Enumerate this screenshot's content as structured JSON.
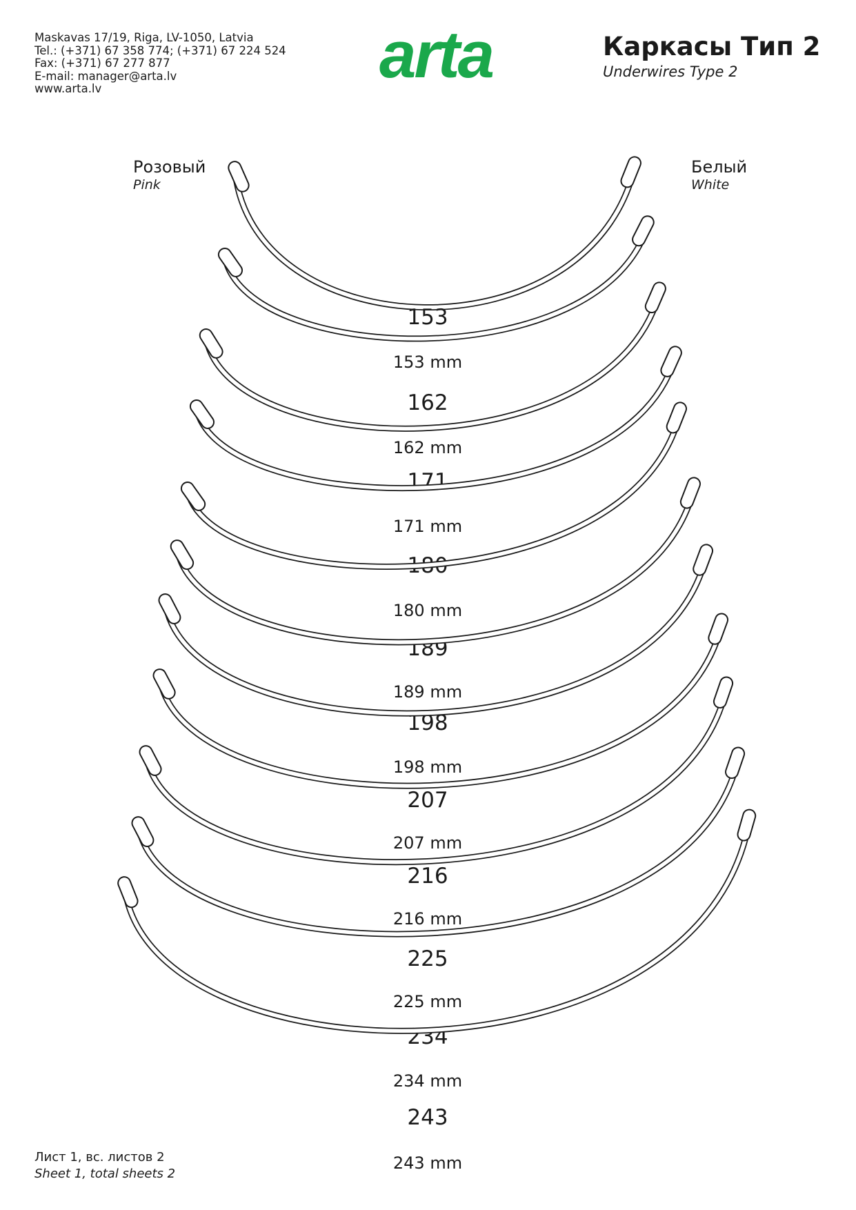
{
  "contact": {
    "address": "Maskavas 17/19, Riga, LV-1050, Latvia",
    "tel": "Tel.: (+371) 67 358 774; (+371) 67 224 524",
    "fax": "Fax: (+371) 67 277 877",
    "email": "E-mail: manager@arta.lv",
    "web": "www.arta.lv"
  },
  "logo": {
    "text": "arta",
    "color": "#1aa84b"
  },
  "header": {
    "title": "Каркасы Тип 2",
    "subtitle": "Underwires Type 2"
  },
  "legend": {
    "left": {
      "ru": "Розовый",
      "en": "Pink"
    },
    "right": {
      "ru": "Белый",
      "en": "White"
    }
  },
  "wires": [
    {
      "size": "153",
      "length": "153 mm"
    },
    {
      "size": "162",
      "length": "162 mm"
    },
    {
      "size": "171",
      "length": "171 mm"
    },
    {
      "size": "180",
      "length": "180 mm"
    },
    {
      "size": "189",
      "length": "189 mm"
    },
    {
      "size": "198",
      "length": "198 mm"
    },
    {
      "size": "207",
      "length": "207 mm"
    },
    {
      "size": "216",
      "length": "216 mm"
    },
    {
      "size": "225",
      "length": "225 mm"
    },
    {
      "size": "234",
      "length": "234 mm"
    },
    {
      "size": "243",
      "length": "243 mm"
    }
  ],
  "footer": {
    "ru": "Лист 1, вс. листов 2",
    "en": "Sheet 1, total sheets 2"
  }
}
